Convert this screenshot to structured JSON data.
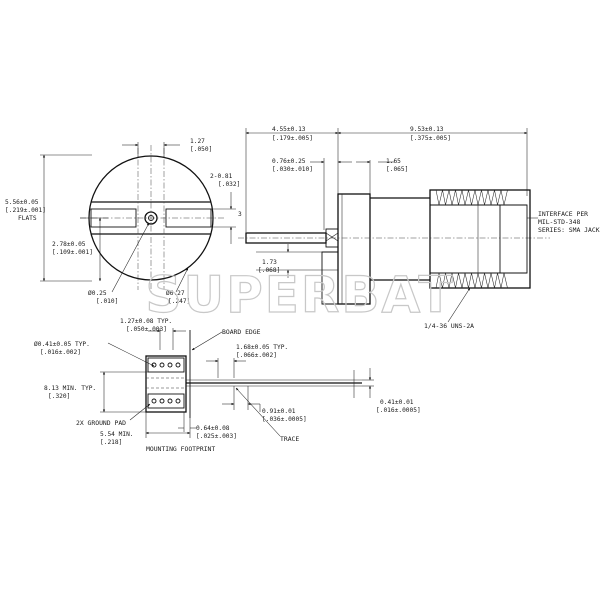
{
  "watermark": "SUPERBAT",
  "front_view": {
    "flats_dim": "5.56±0.05",
    "flats_dim_in": "[.219±.001]",
    "flats_label": "FLATS",
    "width_dim": "1.27",
    "width_dim_in": "[.050]",
    "slot_dim": "2-0.81",
    "slot_dim_in": "[.032]",
    "half_dim": "2.78±0.05",
    "half_dim_in": "[.109±.001]",
    "pin_dia": "Ø0.25",
    "pin_dia_in": "[.010]",
    "body_dia": "Ø6.27",
    "body_dia_in": "[.247]",
    "section_marker": "3"
  },
  "side_view": {
    "len1": "4.55±0.13",
    "len1_in": "[.179±.005]",
    "len2": "9.53±0.13",
    "len2_in": "[.375±.005]",
    "pin_len": "0.76±0.25",
    "pin_len_in": "[.030±.010]",
    "step": "1.65",
    "step_in": "[.065]",
    "height": "1.73",
    "height_in": "[.068]",
    "interface_note_1": "INTERFACE PER",
    "interface_note_2": "MIL-STD-348",
    "interface_note_3": "SERIES: SMA JACK",
    "thread": "1/4-36 UNS-2A"
  },
  "footprint": {
    "pitch": "1.27±0.08 TYP.",
    "pitch_in": "[.050±.003]",
    "board_edge": "BOARD EDGE",
    "hole_dia": "Ø0.41±0.05 TYP.",
    "hole_dia_in": "[.016±.002]",
    "pad_width": "1.68±0.05 TYP.",
    "pad_width_in": "[.066±.002]",
    "min_len": "8.13 MIN. TYP.",
    "min_len_in": "[.320]",
    "trace_dim": "0.41±0.01",
    "trace_dim_in": "[.016±.0005]",
    "gap_dim": "0.91±0.01",
    "gap_dim_in": "[.036±.0005]",
    "ground_pad": "2X GROUND PAD",
    "min_width": "5.54 MIN.",
    "min_width_in": "[.218]",
    "pad_gap": "0.64±0.08",
    "pad_gap_in": "[.025±.003]",
    "title": "MOUNTING FOOTPRINT",
    "trace_label": "TRACE"
  }
}
